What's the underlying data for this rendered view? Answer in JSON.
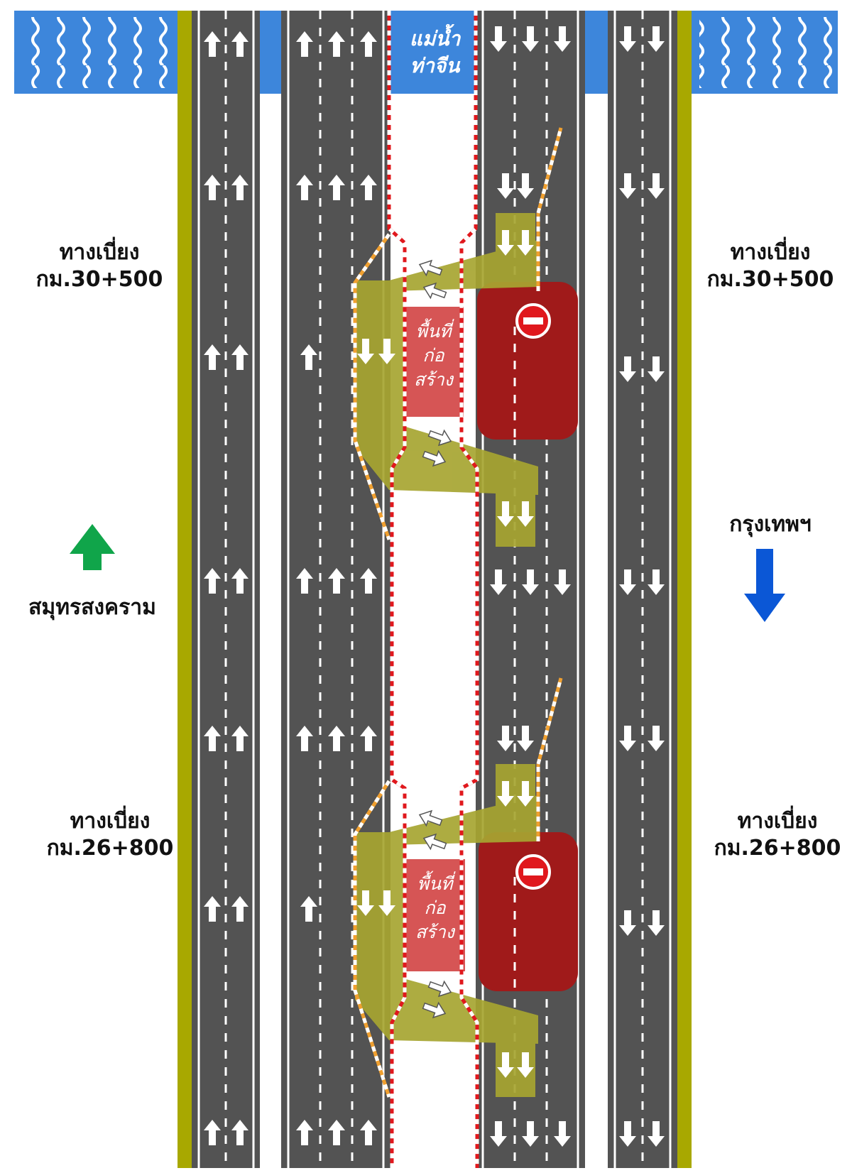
{
  "river": {
    "line1": "แม่น้ำ",
    "line2": "ท่าจีน"
  },
  "detour_top": {
    "title": "ทางเบี่ยง",
    "km": "กม.30+500"
  },
  "detour_bottom": {
    "title": "ทางเบี่ยง",
    "km": "กม.26+800"
  },
  "direction_left": {
    "label": "สมุทรสงคราม",
    "arrow_color": "#10a54a",
    "arrow_icon": "up-arrow-icon"
  },
  "direction_right": {
    "label": "กรุงเทพฯ",
    "arrow_color": "#0b57d6",
    "arrow_icon": "down-arrow-icon"
  },
  "construction": {
    "line1": "พื้นที่",
    "line2": "ก่อ",
    "line3": "สร้าง"
  },
  "closed_sign_icon": "no-entry-icon",
  "colors": {
    "asphalt": "#535353",
    "water": "#3d86db",
    "shoulder_line": "#a8a800",
    "detour": "#a7a531",
    "closed_zone": "#a01a1a",
    "construction_area": "#d65555",
    "barrier_red": "#e0181d",
    "barrier_orange": "#f0a030"
  }
}
